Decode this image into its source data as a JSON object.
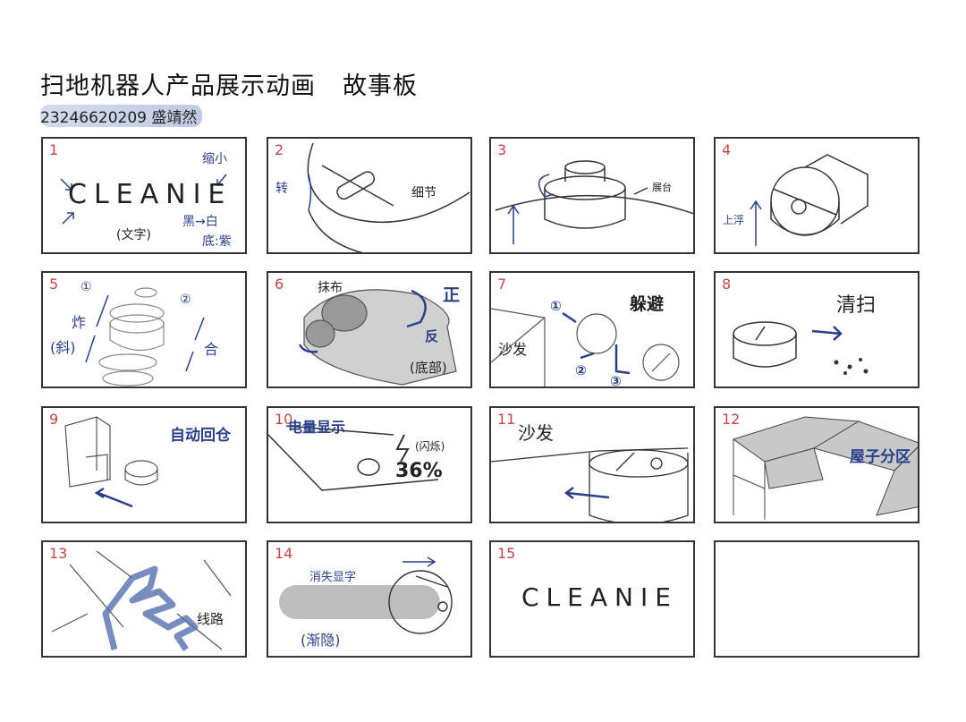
{
  "header": {
    "title": "扫地机器人产品展示动画",
    "title_suffix": "故事板",
    "subtitle": "23246620209 盛靖然"
  },
  "colors": {
    "annotation": "#2a3f8a",
    "panel_number": "#cc4444",
    "sketch": "#333333",
    "fill": "#c8c8c8"
  },
  "panels": [
    {
      "number": "1",
      "logo": "CLEANIE",
      "notes": [
        "缩小",
        "(文字)",
        "黑→白",
        "底:紫"
      ]
    },
    {
      "number": "2",
      "notes": [
        "转",
        "细节"
      ]
    },
    {
      "number": "3",
      "notes": [
        "展台"
      ]
    },
    {
      "number": "4",
      "notes": [
        "上浮"
      ]
    },
    {
      "number": "5",
      "notes": [
        "①",
        "②",
        "炸",
        "(斜)",
        "合"
      ]
    },
    {
      "number": "6",
      "notes": [
        "抹布",
        "正",
        "反",
        "(底部)"
      ]
    },
    {
      "number": "7",
      "notes": [
        "躲避",
        "沙发",
        "①",
        "②",
        "③"
      ]
    },
    {
      "number": "8",
      "notes": [
        "清扫"
      ]
    },
    {
      "number": "9",
      "notes": [
        "自动回仓"
      ]
    },
    {
      "number": "10",
      "notes": [
        "电量显示",
        "(闪烁)",
        "36%"
      ]
    },
    {
      "number": "11",
      "notes": [
        "沙发"
      ]
    },
    {
      "number": "12",
      "notes": [
        "屋子分区"
      ]
    },
    {
      "number": "13",
      "notes": [
        "线路"
      ]
    },
    {
      "number": "14",
      "notes": [
        "消失显字",
        "(渐隐)"
      ]
    },
    {
      "number": "15",
      "logo": "CLEANIE"
    },
    {
      "number": ""
    }
  ]
}
